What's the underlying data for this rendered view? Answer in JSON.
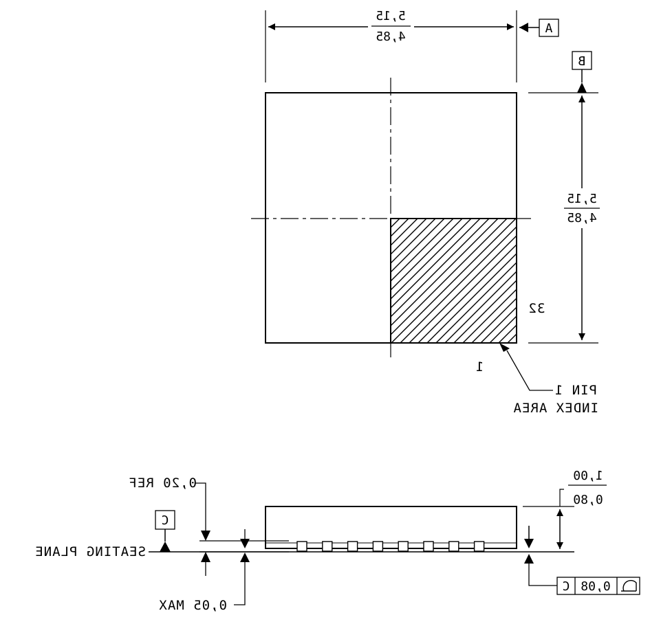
{
  "top_view": {
    "width_dim": {
      "max": "5,15",
      "min": "4,85"
    },
    "height_dim": {
      "max": "5,15",
      "min": "4,85"
    },
    "datum_a": "A",
    "datum_b": "B",
    "pin_32": "32",
    "pin_1": "1",
    "index_label": {
      "line1": "PIN 1",
      "line2": "INDEX AREA"
    }
  },
  "side_view": {
    "thickness_dim": {
      "max": "1,00",
      "min": "0,80"
    },
    "ref_label": "0,20 REF",
    "datum_c": "C",
    "seating_label": "SEATING PLANE",
    "standoff_label": "0,05 MAX",
    "fcf": {
      "symbol": "flatness-icon",
      "tolerance": "0,08",
      "datum": "C"
    },
    "pad_count": 8
  }
}
